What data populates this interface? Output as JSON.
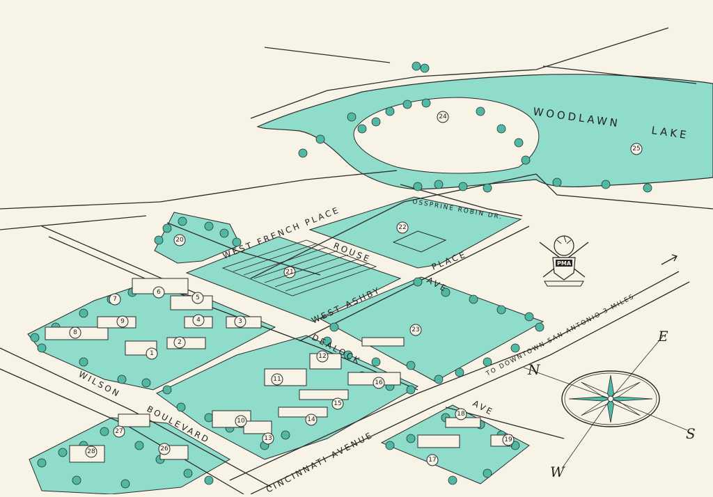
{
  "colors": {
    "paper": "#f7f3e6",
    "green": "#8fdccb",
    "ink": "#2a2a2a",
    "tree": "#4fb9a3"
  },
  "lake": {
    "name": "WOODLAWN LAKE",
    "word1": "WOODLAWN",
    "word2": "LAKE"
  },
  "streets": {
    "west_french_place": "WEST FRENCH PLACE",
    "rouse": "ROUSE",
    "place": "PLACE",
    "west_ashby": "WEST ASHBY",
    "ave": "AVE",
    "dealock": "DEALOCK",
    "wilson": "WILSON",
    "boulevard": "BOULEVARD",
    "cincinnati_avenue": "CINCINNATI AVENUE",
    "ave_2": "AVE",
    "osspring_robin_dr": "OSSPRINE ROBIN DR."
  },
  "direction_note": "TO DOWNTOWN SAN ANTONIO 3 MILES",
  "crest": {
    "initials": "PMA"
  },
  "compass": {
    "n": "N",
    "e": "E",
    "s": "S",
    "w": "W"
  },
  "landmark_numbers": [
    "1",
    "2",
    "3",
    "4",
    "5",
    "6",
    "7",
    "8",
    "9",
    "10",
    "11",
    "12",
    "13",
    "14",
    "15",
    "16",
    "17",
    "18",
    "19",
    "20",
    "21",
    "22",
    "23",
    "24",
    "25",
    "26",
    "27",
    "28"
  ]
}
